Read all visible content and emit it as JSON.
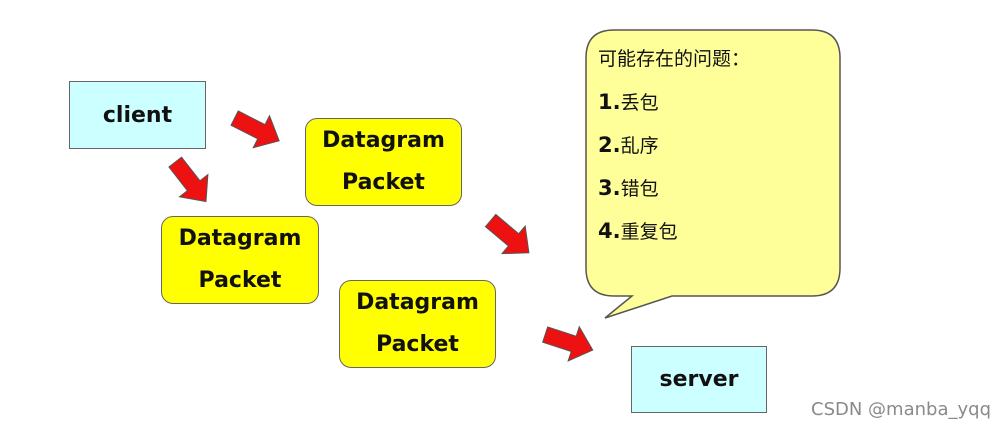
{
  "client_label": "client",
  "server_label": "server",
  "packets": [
    {
      "line1": "Datagram",
      "line2": "Packet"
    },
    {
      "line1": "Datagram",
      "line2": "Packet"
    },
    {
      "line1": "Datagram",
      "line2": "Packet"
    }
  ],
  "issues": {
    "title": "可能存在的问题：",
    "items": [
      {
        "num": "1.",
        "text": "丢包"
      },
      {
        "num": "2.",
        "text": "乱序"
      },
      {
        "num": "3.",
        "text": "错包"
      },
      {
        "num": "4.",
        "text": "重复包"
      }
    ]
  },
  "watermark": "CSDN @manba_yqq",
  "colors": {
    "box_cyan": "#ccffff",
    "packet_yellow": "#ffff00",
    "bubble": "#ffff99",
    "arrow_red": "#ee1111"
  }
}
